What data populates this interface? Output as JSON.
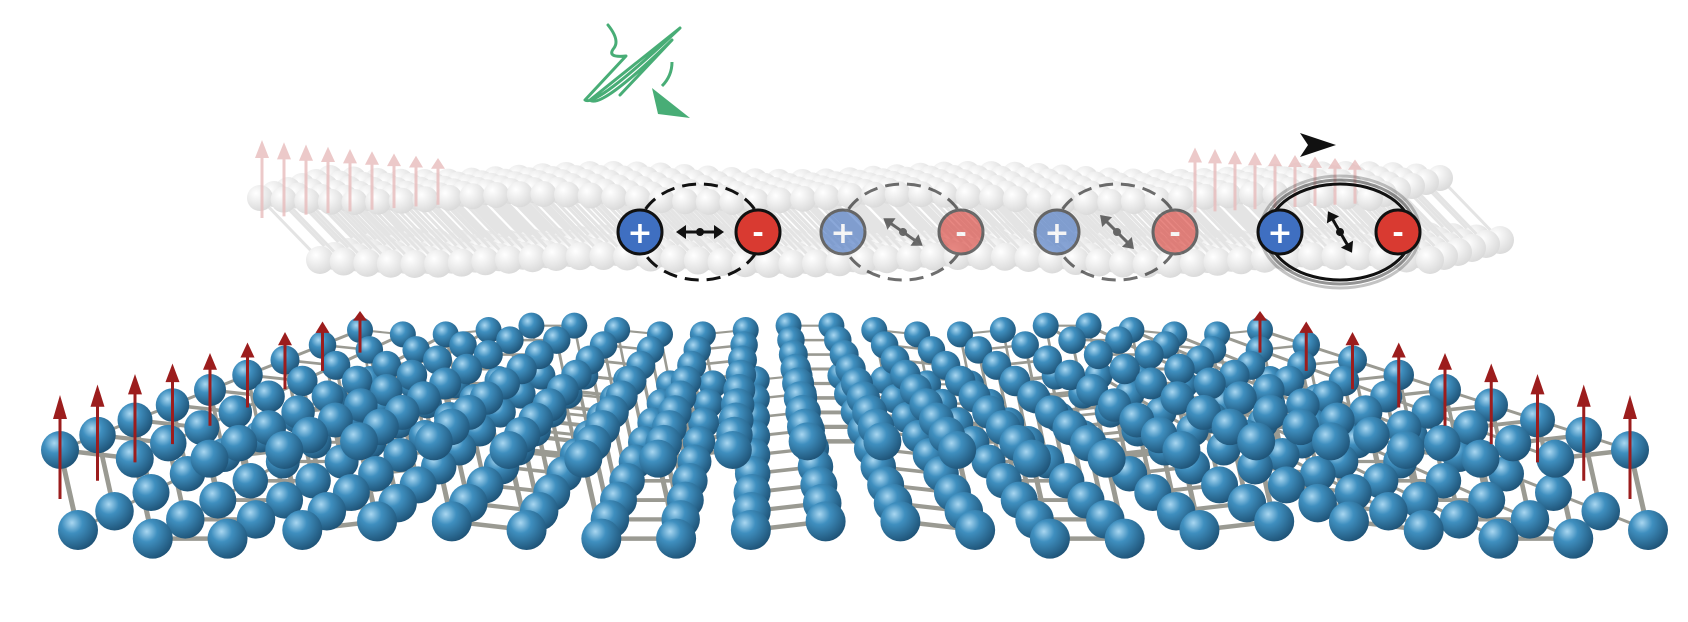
{
  "colors": {
    "atom": "#3a86b4",
    "atom_highlight": "#9fd0ec",
    "atom_dark": "#1d5478",
    "bond": "#9a9a92",
    "spin": "#9c1d1d",
    "positive": "#3f6fc1",
    "negative": "#d93a31",
    "photon": "#48ad76",
    "arrow": "#111111"
  },
  "icons": {
    "photon": "wavy-photon-arrow-icon",
    "spin": "upward-spin-arrow-icon",
    "dipole": "double-headed-arrow-icon"
  },
  "excitons": [
    {
      "plus": "+",
      "minus": "-",
      "opacity": 1.0,
      "dipole_angle_deg": 0,
      "dashed": true
    },
    {
      "plus": "+",
      "minus": "-",
      "opacity": 0.6,
      "dipole_angle_deg": 35,
      "dashed": true
    },
    {
      "plus": "+",
      "minus": "-",
      "opacity": 0.6,
      "dipole_angle_deg": 45,
      "dashed": true
    },
    {
      "plus": "+",
      "minus": "-",
      "opacity": 1.0,
      "dipole_angle_deg": 60,
      "dashed": false
    }
  ]
}
